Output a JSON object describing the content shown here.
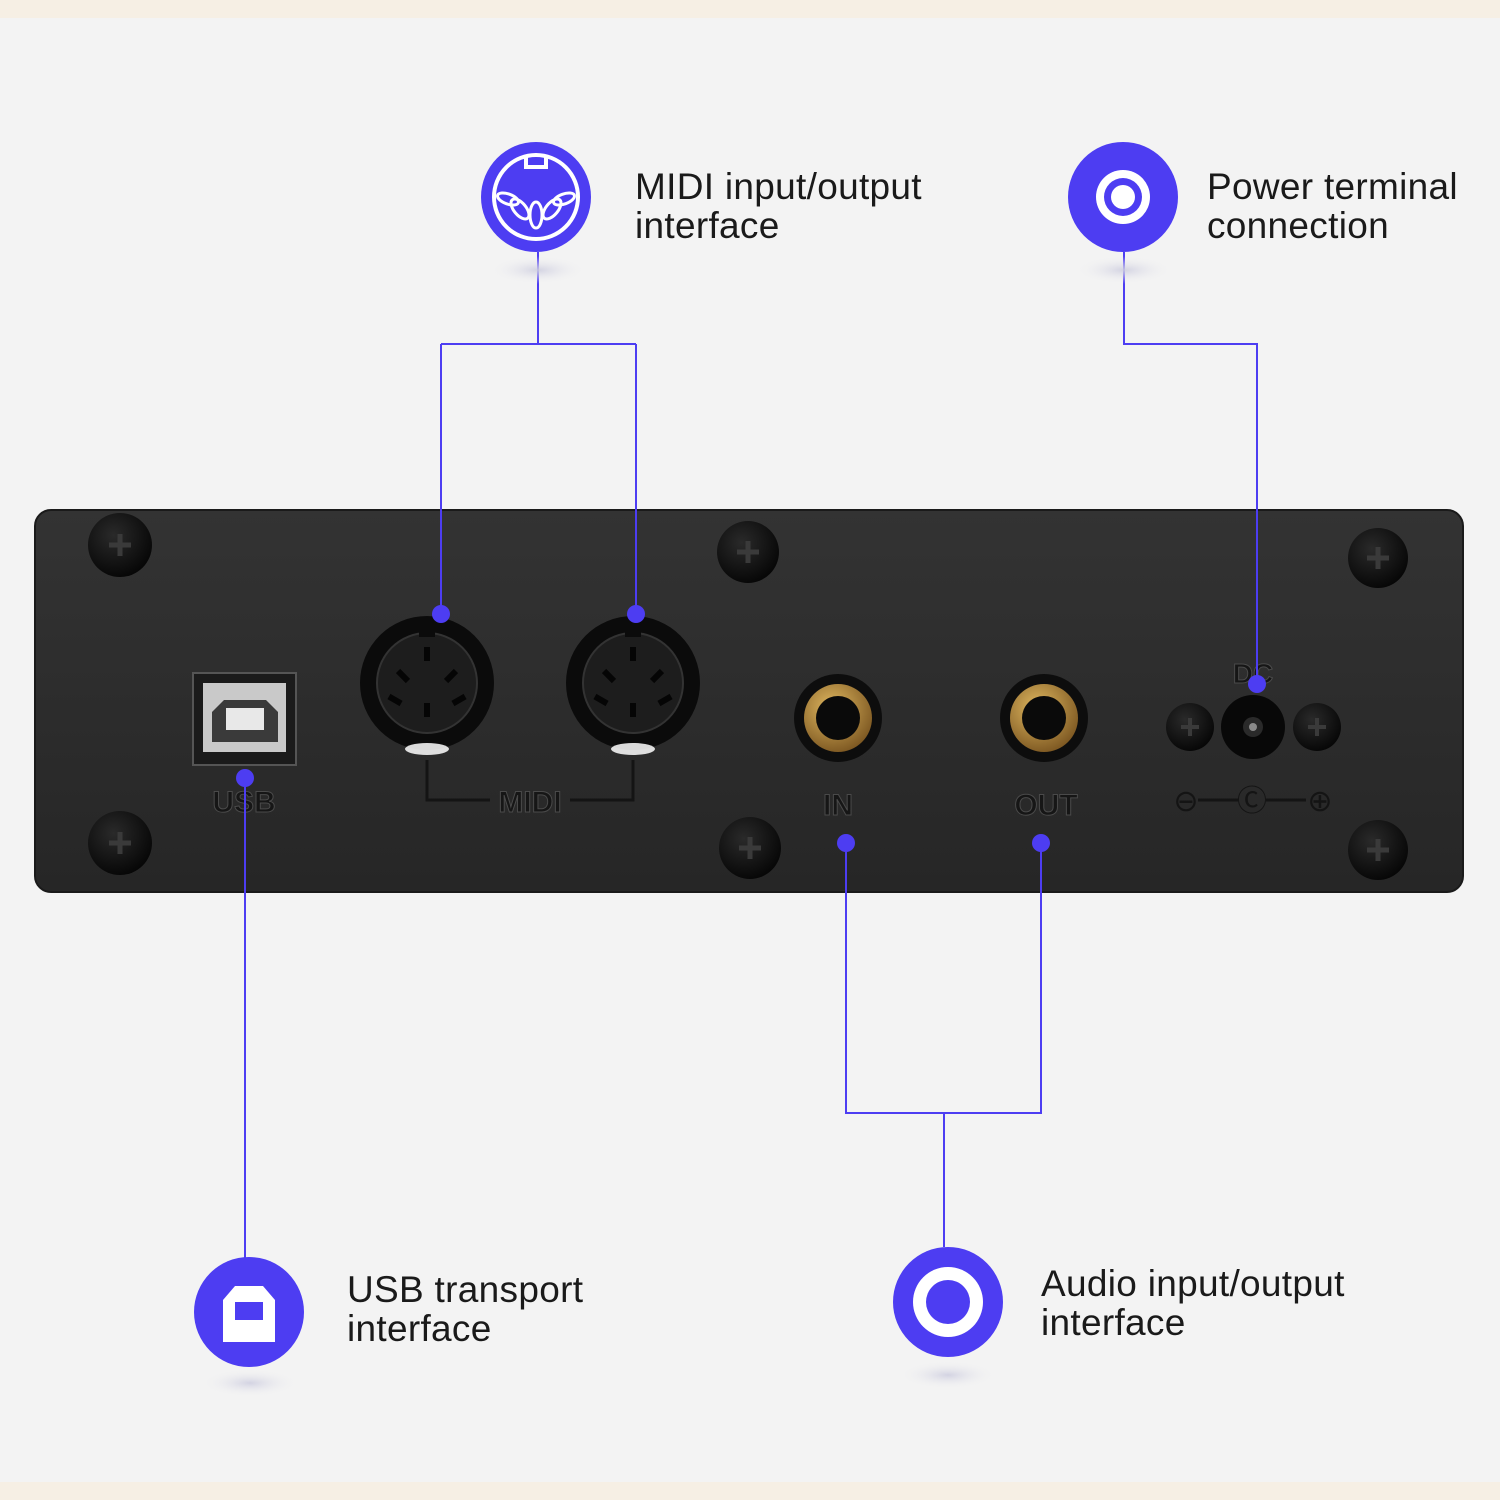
{
  "colors": {
    "accent": "#4d3df2",
    "panel": "#2b2b2b",
    "connector_gold": "#b88a3c",
    "background": "#f3f3f3"
  },
  "callouts": {
    "midi": {
      "line1": "MIDI input/output",
      "line2": "interface",
      "icon": "midi-din-icon"
    },
    "power": {
      "line1": "Power terminal",
      "line2": "connection",
      "icon": "power-ring-icon"
    },
    "usb": {
      "line1": "USB transport",
      "line2": "interface",
      "icon": "usb-b-icon"
    },
    "audio": {
      "line1": "Audio input/output",
      "line2": "interface",
      "icon": "audio-ring-icon"
    }
  },
  "panel": {
    "usb_label": "USB",
    "midi_label": "MIDI",
    "in_label": "IN",
    "out_label": "OUT",
    "dc_label": "DC",
    "polarity_left": "⊖",
    "polarity_mid": "Ⓒ",
    "polarity_right": "⊕"
  }
}
